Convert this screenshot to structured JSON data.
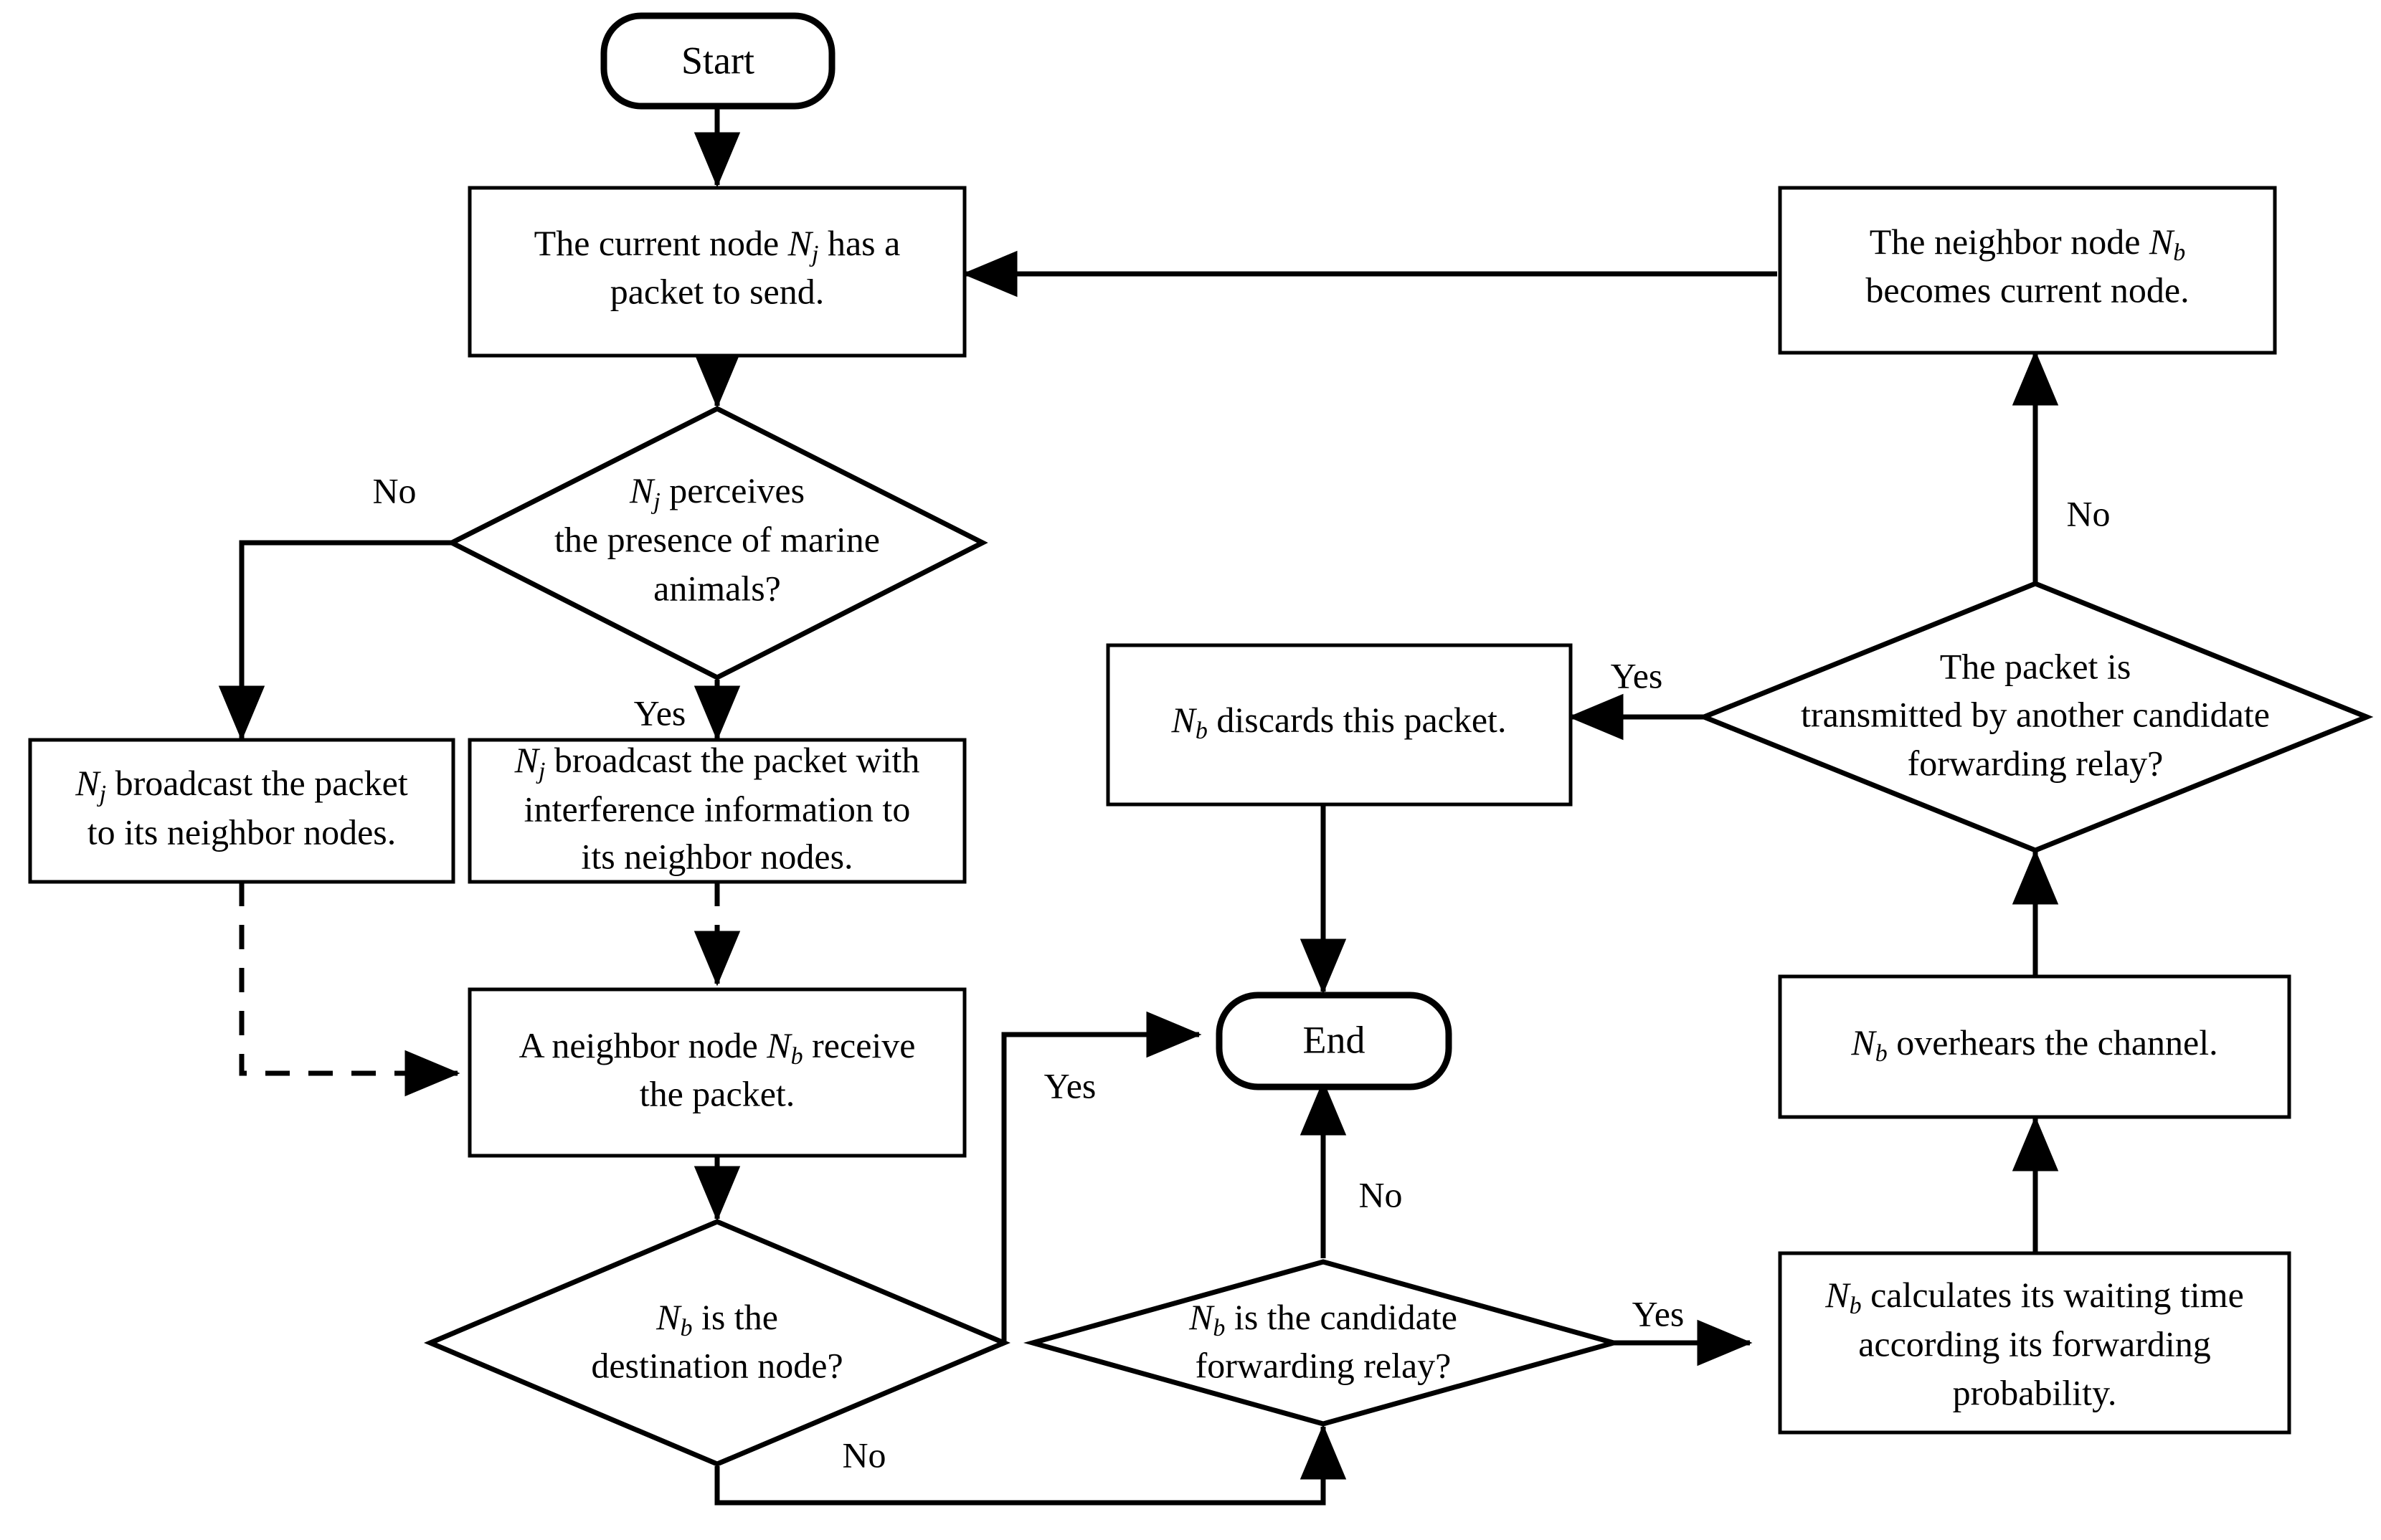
{
  "diagram": {
    "title": "Underwater routing protocol flowchart",
    "colors": {
      "background": "#ffffff",
      "stroke": "#000000",
      "fill": "#ffffff"
    },
    "nodes": {
      "start": {
        "text": "Start",
        "shape": "terminator"
      },
      "current_node": {
        "pre": "The current node ",
        "sym": "N",
        "sub": "j",
        "post": " has a",
        "line2": "packet to send.",
        "shape": "process"
      },
      "perceive_decision": {
        "sym": "N",
        "sub": "j",
        "line1_post": " perceives",
        "line2": "the presence of marine",
        "line3": "animals?",
        "shape": "decision"
      },
      "broadcast_plain": {
        "sym": "N",
        "sub": "j",
        "line1_post": " broadcast the packet",
        "line2": "to its neighbor nodes.",
        "shape": "process"
      },
      "broadcast_interference": {
        "sym": "N",
        "sub": "j",
        "line1_post": " broadcast the packet with",
        "line2": "interference information to",
        "line3": "its neighbor nodes.",
        "shape": "process"
      },
      "neighbor_receive": {
        "pre": "A neighbor node ",
        "sym": "N",
        "sub": "b",
        "post": " receive",
        "line2": "the packet.",
        "shape": "process"
      },
      "destination_decision": {
        "sym": "N",
        "sub": "b",
        "line1_post": " is the",
        "line2": "destination node?",
        "shape": "decision"
      },
      "end": {
        "text": "End",
        "shape": "terminator"
      },
      "candidate_decision": {
        "sym": "N",
        "sub": "b",
        "line1_post": " is the candidate",
        "line2": "forwarding relay?",
        "shape": "decision"
      },
      "waiting_time": {
        "sym": "N",
        "sub": "b",
        "line1_post": " calculates its waiting time",
        "line2": "according its forwarding",
        "line3": "probability.",
        "shape": "process"
      },
      "overhear": {
        "sym": "N",
        "sub": "b",
        "line1_post": " overhears the channel.",
        "shape": "process"
      },
      "transmitted_decision": {
        "line1": "The packet is",
        "line2": "transmitted by another candidate",
        "line3": "forwarding relay?",
        "shape": "decision"
      },
      "discard": {
        "sym": "N",
        "sub": "b",
        "line1_post": " discards this packet.",
        "shape": "process"
      },
      "becomes_current": {
        "pre": "The neighbor node ",
        "sym": "N",
        "sub": "b",
        "line2": "becomes current node.",
        "shape": "process"
      }
    },
    "edge_labels": {
      "perceive_no": "No",
      "perceive_yes": "Yes",
      "destination_yes": "Yes",
      "destination_no": "No",
      "candidate_no": "No",
      "candidate_yes": "Yes",
      "transmitted_yes": "Yes",
      "transmitted_no": "No"
    }
  }
}
